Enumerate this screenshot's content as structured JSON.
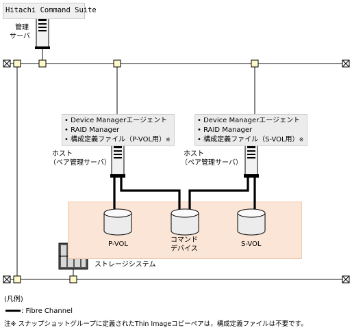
{
  "software": {
    "title": "Hitachi Command Suite"
  },
  "mgmt_server": {
    "label_line1": "管理",
    "label_line2": "サーバ"
  },
  "host_left": {
    "agent_items": [
      "Device Managerエージェント",
      "RAID Manager",
      "構成定義ファイル（P-VOL用）"
    ],
    "note_mark": "※",
    "label_line1": "ホスト",
    "label_line2": "（ペア管理サーバ）"
  },
  "host_right": {
    "agent_items": [
      "Device Managerエージェント",
      "RAID Manager",
      "構成定義ファイル（S-VOL用）"
    ],
    "note_mark": "※",
    "label_line1": "ホスト",
    "label_line2": "（ペア管理サーバ）"
  },
  "volumes": {
    "pvol": "P-VOL",
    "cmd_line1": "コマンド",
    "cmd_line2": "デバイス",
    "svol": "S-VOL"
  },
  "storage": {
    "label": "ストレージシステム"
  },
  "legend": {
    "title": "(凡例)",
    "fibre_channel": ": Fibre Channel"
  },
  "footnote": "注※ スナップショットグループに定義されたThin Imageコピーペアは，構成定義ファイルは不要です。",
  "colors": {
    "storage_area": "#fbe5d6",
    "agent_box": "#ececec",
    "lan_line": "#444444"
  }
}
